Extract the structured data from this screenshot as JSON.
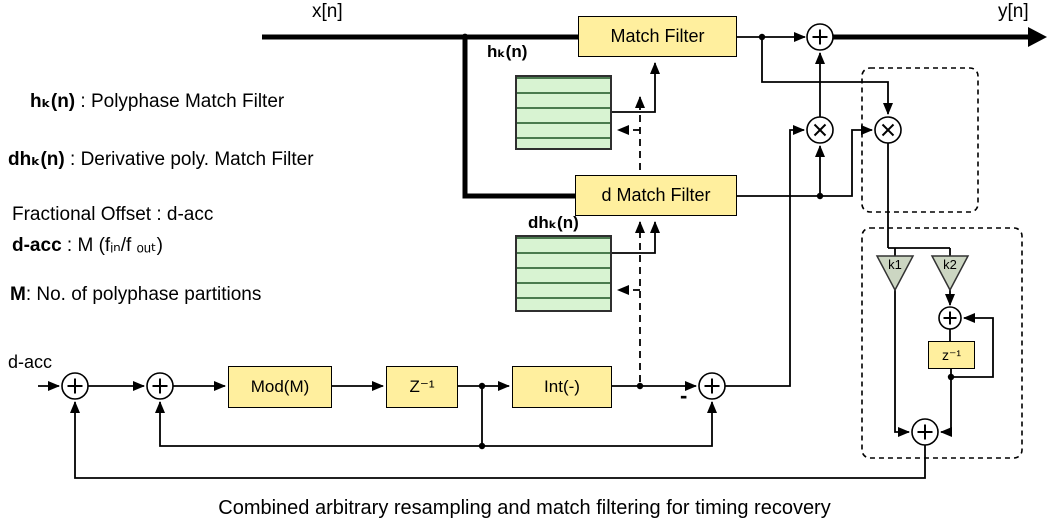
{
  "diagram": {
    "signals": {
      "input": "x[n]",
      "output": "y[n]",
      "d_acc": "d-acc",
      "minus": "-"
    },
    "filter_banks": {
      "hk": "hₖ(n)",
      "dhk": "dhₖ(n)"
    },
    "blocks": {
      "match_filter": "Match Filter",
      "d_match_filter": "d Match Filter",
      "mod_m": "Mod(M)",
      "z_delay": "Z⁻¹",
      "int_floor": "Int(-)",
      "z_delay_small": "z⁻¹",
      "gain_k1": "k1",
      "gain_k2": "k2"
    },
    "symbols": {
      "adder": "+",
      "multiplier": "×"
    },
    "legend": [
      {
        "bold": "hₖ(n)",
        "normal": " : Polyphase Match Filter"
      },
      {
        "bold": "dhₖ(n)",
        "normal": " : Derivative poly. Match Filter"
      },
      {
        "bold": "",
        "normal": "Fractional Offset : d-acc"
      },
      {
        "bold": "d-acc",
        "normal": " : M (fᵢₙ/f ₒᵤₜ)"
      },
      {
        "bold": "M",
        "normal": ": No. of polyphase partitions"
      }
    ],
    "caption": "Combined arbitrary resampling and match filtering for timing recovery",
    "colors": {
      "block_fill": "#ffef9e",
      "bank_fill": "#d8f3d2",
      "bank_line": "#4a7a4e",
      "gain_fill": "#ccd6c2"
    }
  }
}
